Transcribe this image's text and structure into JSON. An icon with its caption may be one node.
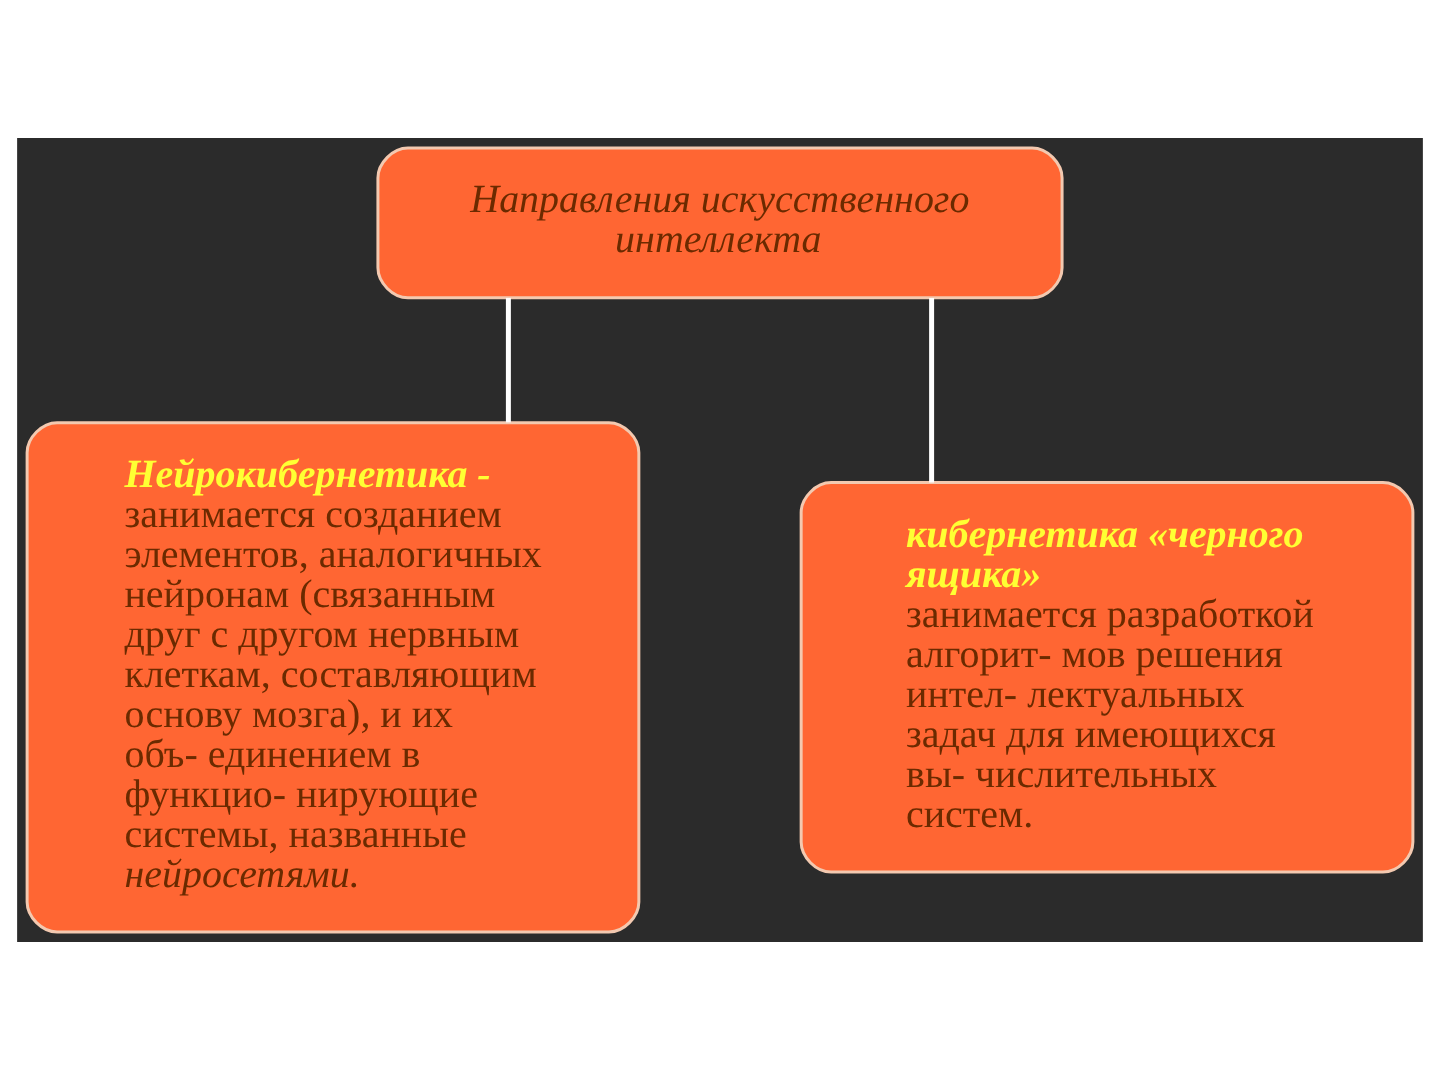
{
  "diagram": {
    "nodes": [
      {
        "text": [
          "Направления искусственного интеллекта"
        ]
      },
      {
        "text": [
          "Нейрокибернетика -",
          "занимается созданием элементов, аналогичных нейронам (связанным друг с другом нервным клеткам, составляющим основу мозга), и их объ- единением в функцио- нирующие системы, названные *нейросетями.*"
        ]
      },
      {
        "text": [
          "кибернетика «черного ящика»",
          "занимается разработкой алгорит- мов решения интел- лектуальных задач для имеющихся вы- числительных систем."
        ]
      }
    ],
    "edges": [
      {
        "from": 0,
        "to": 1,
        "arrow": "none"
      },
      {
        "from": 0,
        "to": 2,
        "arrow": "none"
      }
    ]
  }
}
